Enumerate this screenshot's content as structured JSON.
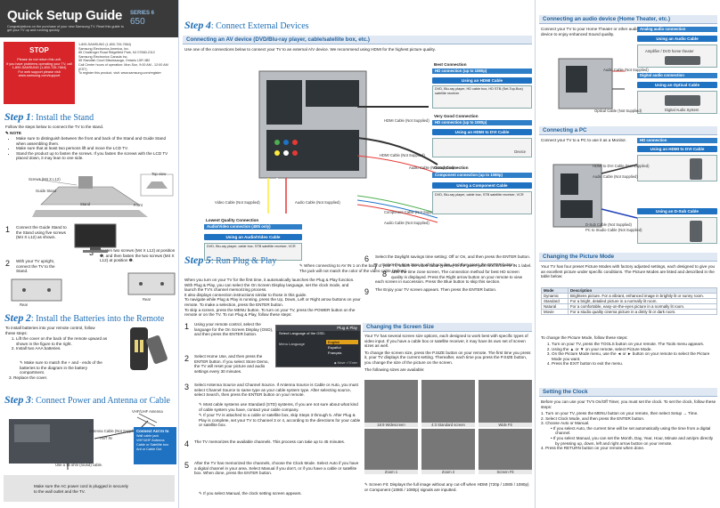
{
  "col1": {
    "title": "Quick Setup Guide",
    "series": "SERIES 6",
    "model": "650",
    "intro": "Congratulations on the purchase of your new Samsung TV. Read this guide to get your TV up and running quickly.",
    "stop_title": "STOP",
    "stop_text": [
      "Please do not return this unit.",
      "If you have problems operating your TV, call",
      "1-800-SAMSUNG (1-800-726-7864)",
      "For web support please visit",
      "www.samsung.com/support"
    ],
    "contact": [
      "1-800-SAMSUNG (1-800-726-7864)",
      "Samsung Electronics America, Inc.",
      "85 Challenger Road Ridgefield Park, NJ 07660-2112",
      "Samsung Electronics Canada Inc.",
      "55 Standish Court Mississauga, Ontario L5R 4B2",
      "Call Center hours of operation: Mon-Sun, 9:00 AM - 12:00 AM (EST)",
      "To register this product, visit: www.samsung.com/register"
    ],
    "step1": {
      "word": "Step",
      "num": "1",
      "title": ": Install the Stand",
      "intro": "Follow the steps below to connect the TV to the stand.",
      "note": "NOTE",
      "bullets": [
        "Make sure to distinguish between the front and back of the Stand and Guide Stand when assembling them.",
        "Make sure that at least two persons lift and move the LCD TV.",
        "Stand the product up to fasten the screws. If you fasten the screws with the LCD TV placed down, it may lean to one side."
      ],
      "labels": {
        "top": "Top view",
        "screws": "Screws (M4 X L12)",
        "guide": "Guide Stand",
        "stand": "Stand",
        "front": "Front",
        "rear": "Rear"
      },
      "items": [
        {
          "n": "1",
          "text": "Connect the Guide Stand to the Stand using five screws (M4 X L12) as shown."
        },
        {
          "n": "2",
          "text": "With your TV upright, connect the TV to the Stand."
        },
        {
          "n": "3",
          "text": "Fasten two screws (M4 X L12) at position ❶, and then fasten the two screws (M4 X L12) at position ❷."
        }
      ]
    },
    "step2": {
      "word": "Step",
      "num": "2",
      "title": ": Install the Batteries into the Remote",
      "intro": "To install batteries into your remote control, follow these steps:",
      "items": [
        "Lift the cover on the back of the remote upward as shown in the figure to the right.",
        "Install two AAA batteries.",
        "Replace the cover."
      ],
      "note": "Make sure to match the + and - ends of the batteries to the diagram in the battery compartment."
    },
    "step3": {
      "word": "Step",
      "num": "3",
      "title": ": Connect Power and Antenna or Cable",
      "vhf": "VHF/UHF Antenna",
      "cable": "Antenna Cable (Not Supplied)",
      "in": "ANT IN",
      "outlet": "Use a 75 ohm (round) cable.",
      "connect_title": "Connect Ant In to",
      "connect_items": [
        "Wall cable jack",
        "VHF/UHF Antenna",
        "Cable or Satellite box Ant or Cable Out"
      ],
      "power": "Make sure the AC power cord is plugged in securely to the wall outlet and the TV."
    }
  },
  "col2": {
    "step4": {
      "word": "Step",
      "num": "4",
      "title": ": Connect External Devices",
      "sub": "Connecting an AV device (DVD/Blu-ray player, cable/satellite box, etc.)",
      "intro": "Use one of the connections below to connect your TV to an external A/V device. We recommend using HDMI for the highest picture quality.",
      "best": "Best Connection",
      "best_bar": "HD connection (up to 1080p)",
      "best_btn": "Using an HDMI Cable",
      "best_dev": "DVD, Blu-ray player, HD cable box, HD STB (Set-Top-Box) satellite receiver",
      "very": "Very Good Connection",
      "very_bar": "HD connection (up to 1080p)",
      "very_btn": "Using an HDMI to DVI Cable",
      "good": "Good Connection",
      "good_bar": "Component connection (up to 1080p)",
      "good_btn": "Using a Component Cable",
      "good_dev": "DVD, Blu-ray player, cable box, STB satellite receiver, VCR",
      "lowest": "Lowest Quality Connection",
      "lowest_bar": "Audio/Video connection (480i only)",
      "lowest_btn": "Using an Audio/Video Cable",
      "lowest_dev": "DVD, Blu-ray player, cable box, STB satellite receiver, VCR",
      "device": "Device",
      "hdmi_cable": "HDMI Cable (Not Supplied)",
      "audio_cable": "Audio Cable (Not Supplied)",
      "video_cable": "Video Cable (Not Supplied)",
      "component_cable": "Component Cable (Not Supplied)",
      "note": "When connecting to AV IN 1 on the back of your TV, attach the video cable (yellow) to the green jack next to the AV IN 1 label. The jack will not match the color of the video cable (yellow)."
    },
    "step5": {
      "word": "Step",
      "num": "5",
      "title": ": Run Plug & Play",
      "p1": "When you turn on your TV for the first time, it automatically launches the Plug & Play function. With Plug & Play, you can select the On Screen Display language, set the clock mode, and launch the TV's channel memorizing process.",
      "p2": "It also displays connection instructions similar to those in this guide.",
      "p3": "To navigate while Plug & Play is running, press the Up, Down, Left or Right arrow buttons on your remote. To make a selection, press the ENTER button.",
      "p4": "To skip a screen, press the MENU button. To turn on your TV, press the POWER button on the remote or on the TV. To run Plug & Play, follow these steps:",
      "osd_title": "Plug & Play",
      "osd_lbl": "Select Language of the OSD.",
      "osd_menu": "Menu Language",
      "osd_opts": [
        "English",
        "Español",
        "Français"
      ],
      "osd_move": "Move",
      "osd_enter": "Enter",
      "items": [
        {
          "n": "1",
          "text": "Using your remote control, select the language for the On Screen Display (OSD), and then press the ENTER button."
        },
        {
          "n": "2",
          "text": "Select Home Use, and then press the ENTER button. If you select Store Demo, the TV will reset your picture and audio settings every 30 minutes."
        },
        {
          "n": "3",
          "text": "Select Antenna Source and Channel Source. If Antenna Source is Cable or Auto, you must select Channel Source to same type as your cable system type. After selecting source, select Search, then press the ENTER button on your remote."
        },
        {
          "n": "4",
          "text": "The TV memorizes the available channels. This process can take up to 45 minutes."
        },
        {
          "n": "5",
          "text": "After the TV has memorized the channels, choose the Clock Mode. Select Auto if you have a digital channel in your area. Select Manual if you don't, or if you have a cable or satellite box. When done, press the ENTER button."
        }
      ],
      "notes": [
        "Most cable systems use Standard (STD) systems, If you are not sure about what kind of cable system you have, contact your cable company.",
        "If your TV is attached to a cable or satellite box, skip Steps 3 through 5. After Plug & Play is complete, set your TV to Channel 3 or 4, according to the directions for your cable or satellite box.",
        "If you select Manual, the clock setting screen appears."
      ]
    },
    "steps6": [
      {
        "n": "6",
        "text": "Select the Daylight savings time setting: Off or On, and then press the ENTER button."
      },
      {
        "n": "7",
        "text": "Select the time zone in which you live, and then press the ENTER button."
      },
      {
        "n": "8",
        "text": "After the time zone screen, The connection method for best HD screen quality is displayed. Press the Right arrow button on your remote to view each screen in succession. Press the Blue button to skip this section."
      },
      {
        "n": "9",
        "text": "The Enjoy your TV screen appears. Then press the ENTER button."
      }
    ],
    "screen": {
      "title": "Changing the Screen Size",
      "p1": "Your TV has several screen size options, each designed to work best with specific types of video input. If you have a cable box or satellite receiver, it may have its own set of screen sizes as well.",
      "p2": "To change the screen size, press the P.SIZE button on your remote. The first time you press it, your TV displays the current setting. Thereafter, each time you press the P.SIZE button, you change the size of the picture on the screen.",
      "p3": "The following sizes are available:",
      "sizes": [
        "16:9 Widescreen",
        "4:3 Standard screen",
        "Wide Fit",
        "Zoom 1",
        "Zoom 2",
        "Screen Fit"
      ],
      "note": "Screen Fit: Displays the full image without any cut-off when HDMI (720p / 1080i / 1080p) or Component (1080i / 1080p) signals are inputted."
    }
  },
  "col3": {
    "audio": {
      "title": "Connecting an audio device (Home Theater, etc.)",
      "intro": "Connect your TV to your Home Theater or other audio device to enjoy enhanced Sound quality.",
      "analog": "Analog audio connection",
      "btn1": "Using an Audio Cable",
      "amp": "Amplifier / DVD home theater",
      "cable1": "Audio Cable (Not Supplied)",
      "digital": "Digital audio connection",
      "btn2": "Using an Optical Cable",
      "sys": "Digital Audio System",
      "cable2": "Optical Cable (Not Supplied)"
    },
    "pc": {
      "title": "Connecting a PC",
      "intro": "Connect your TV to a PC to use it as a Monitor.",
      "hd": "HD connection",
      "btn1": "Using an HDMI to DVI Cable",
      "cable1": "HDMI to DVI Cable (Not Supplied)",
      "audio": "Audio Cable (Not Supplied)",
      "btn2": "Using an D-Sub Cable",
      "cable2": "D-Sub Cable (Not Supplied)",
      "cable3": "PC to Studio Cable (Not Supplied)"
    },
    "picture": {
      "title": "Changing the Picture Mode",
      "intro": "Your TV has four preset Picture Modes with factory adjusted settings, each designed to give you an excellent picture under specific conditions. The Picture Modes are listed and described in the table below:",
      "head": [
        "Mode",
        "Description"
      ],
      "rows": [
        [
          "Dynamic",
          "Brightens picture. For a vibrant, enhanced image in brightly lit or sunny room."
        ],
        [
          "Standard",
          "For a bright, detailed picture in a normally lit room."
        ],
        [
          "Natural",
          "For a comfortable, easy-on-the-eyes picture in a normally lit room."
        ],
        [
          "Movie",
          "For a studio quality cinema picture in a dimly lit or dark room."
        ]
      ],
      "change": "To change the Picture Mode, follow these steps:",
      "steps": [
        "Turn on your TV, press the TOOLS button on your remote. The Tools menu appears.",
        "Using the ▲ or ▼ on your remote, select Picture Mode.",
        "On the Picture Mode menu, use the ◄ or ► button on your remote to select the Picture Mode you want.",
        "Press the EXIT button to exit the menu."
      ]
    },
    "clock": {
      "title": "Setting the Clock",
      "intro": "Before you can use your TV's On/Off Timer, you must set the clock. To set the clock, follow these steps:",
      "steps": [
        "Turn on your TV, press the MENU button on your remote, then select Setup → Time.",
        "Select Clock Mode, and then press the ENTER button.",
        "Choose Auto or Manual.",
        "Press the RETURN button on your remote when done."
      ],
      "bullets": [
        "If you select Auto, the current time will be set automatically using the time from a digital channel.",
        "If you select Manual, you can set the Month, Day, Year, Hour, Minute and am/pm directly by pressing up, down, left and right arrow button on your remote."
      ]
    }
  },
  "colors": {
    "accent": "#1f72c2",
    "step": "#1f6fb5",
    "stop": "#d7252a",
    "header": "#3a3a3a"
  }
}
